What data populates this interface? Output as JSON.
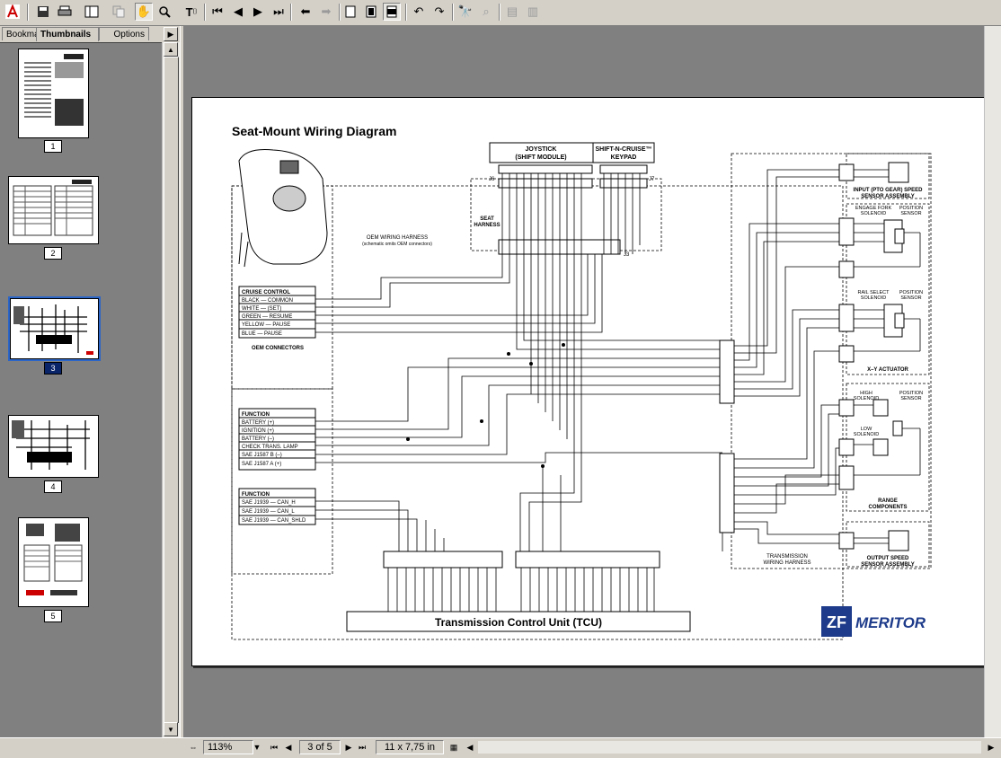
{
  "toolbar": {
    "icons": [
      "adobe-icon",
      "save-icon",
      "print-icon",
      "show-navigation-pane-icon",
      "copy-icon",
      "hand-tool-icon",
      "zoom-in-icon",
      "text-select-icon",
      "first-page-icon",
      "previous-page-icon",
      "next-page-icon",
      "last-page-icon",
      "go-back-icon",
      "go-forward-icon",
      "actual-size-icon",
      "fit-page-icon",
      "fit-width-icon",
      "rotate-left-icon",
      "rotate-right-icon",
      "find-icon",
      "search-icon",
      "article-icon",
      "column-icon"
    ]
  },
  "nav": {
    "tabs": [
      "Bookmarks",
      "Thumbnails",
      "Options"
    ],
    "page_labels": [
      "1",
      "2",
      "3",
      "4",
      "5"
    ],
    "selected_page": "3"
  },
  "diagram": {
    "title": "Seat-Mount Wiring Diagram",
    "joystick_label": [
      "JOYSTICK",
      "(SHIFT MODULE)"
    ],
    "keypad_label": [
      "SHIFT-N-CRUISE™",
      "KEYPAD"
    ],
    "j6": "J6",
    "j7": "J7",
    "j3": "J3",
    "seat_harness": [
      "SEAT",
      "HARNESS"
    ],
    "oem_harness": [
      "OEM WIRING HARNESS",
      "(schematic omits OEM connectors)"
    ],
    "cruise_control": {
      "title": "CRUISE CONTROL",
      "rows": [
        "BLACK — COMMON",
        "WHITE — (SET)",
        "GREEN — RESUME",
        "YELLOW — PAUSE",
        "BLUE — PAUSE"
      ]
    },
    "oem_connectors": "OEM CONNECTORS",
    "function1": {
      "title": "FUNCTION",
      "rows": [
        "BATTERY (+)",
        "IGNITION (+)",
        "BATTERY (–)",
        "CHECK TRANS. LAMP",
        "SAE J1587 B (–)",
        "SAE J1587 A (+)"
      ]
    },
    "function2": {
      "title": "FUNCTION",
      "rows": [
        "SAE J1939 — CAN_H",
        "SAE J1939 — CAN_L",
        "SAE J1939 — CAN_SHLD"
      ]
    },
    "tcu": "Transmission Control Unit (TCU)",
    "trans_harness": [
      "TRANSMISSION",
      "WIRING HARNESS"
    ],
    "input_sensor": [
      "INPUT (PTO GEAR) SPEED",
      "SENSOR ASSEMBLY"
    ],
    "engage_fork": [
      "ENGAGE FORK",
      "SOLENOID"
    ],
    "position_sensor": [
      "POSITION",
      "SENSOR"
    ],
    "rail_select": [
      "RAIL SELECT",
      "SOLENOID"
    ],
    "xy_actuator": "X–Y ACTUATOR",
    "high_solenoid": [
      "HIGH",
      "SOLENOID"
    ],
    "low_solenoid": [
      "LOW",
      "SOLENOID"
    ],
    "range_components": [
      "RANGE",
      "COMPONENTS"
    ],
    "output_sensor": [
      "OUTPUT SPEED",
      "SENSOR ASSEMBLY"
    ],
    "logo_text": "MERITOR",
    "logo_mark": "ZF"
  },
  "status": {
    "zoom": "113%",
    "page": "3 of 5",
    "size": "11 x 7,75 in"
  }
}
